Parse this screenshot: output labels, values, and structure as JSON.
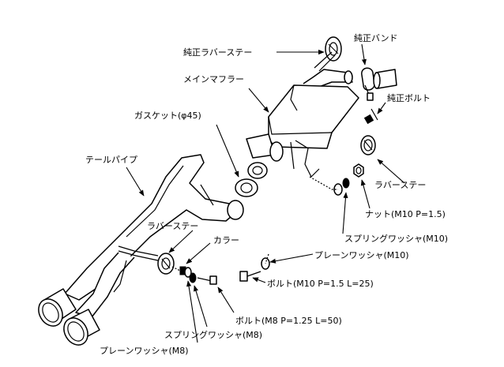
{
  "labels": {
    "oem_rubber_stay": "純正ラバーステー",
    "oem_band": "純正バンド",
    "main_muffler": "メインマフラー",
    "oem_bolt": "純正ボルト",
    "gasket": "ガスケット(φ45)",
    "tail_pipe": "テールパイプ",
    "rubber_stay_right": "ラバーステー",
    "nut": "ナット(M10 P=1.5)",
    "spring_washer_m10": "スプリングワッシャ(M10)",
    "rubber_stay_left": "ラバーステー",
    "collar": "カラー",
    "plain_washer_m10": "プレーンワッシャ(M10)",
    "bolt_m10": "ボルト(M10 P=1.5 L=25)",
    "bolt_m8": "ボルト(M8 P=1.25 L=50)",
    "spring_washer_m8": "スプリングワッシャ(M8)",
    "plain_washer_m8": "プレーンワッシャ(M8)"
  }
}
